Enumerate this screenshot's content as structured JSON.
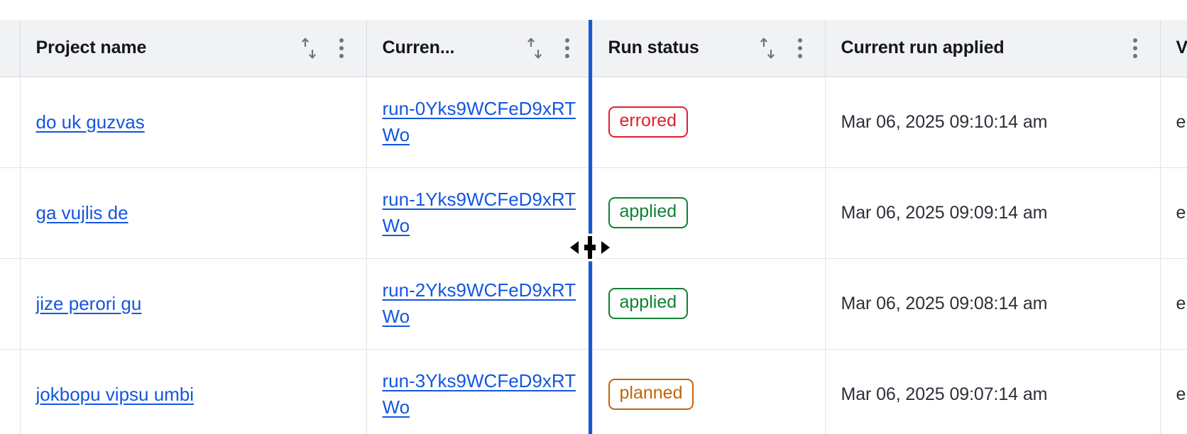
{
  "table": {
    "columns": [
      {
        "id": "gutter",
        "label": "",
        "sortable": false,
        "menu": false,
        "truncated": false
      },
      {
        "id": "project",
        "label": "Project name",
        "sortable": true,
        "menu": true,
        "truncated": false
      },
      {
        "id": "run",
        "label": "Curren...",
        "sortable": true,
        "menu": true,
        "truncated": true
      },
      {
        "id": "status",
        "label": "Run status",
        "sortable": true,
        "menu": true,
        "truncated": false
      },
      {
        "id": "applied",
        "label": "Current run applied",
        "sortable": false,
        "menu": true,
        "truncated": false
      },
      {
        "id": "last",
        "label": "V",
        "sortable": false,
        "menu": false,
        "truncated": true
      }
    ],
    "rows": [
      {
        "project_name": "do uk guzvas",
        "run_id": "run-0Yks9WCFeD9xRTWo",
        "run_status": "errored",
        "status_kind": "errored",
        "current_run_applied": "Mar 06, 2025 09:10:14 am",
        "last_column": "e"
      },
      {
        "project_name": "ga vujlis de",
        "run_id": "run-1Yks9WCFeD9xRTWo",
        "run_status": "applied",
        "status_kind": "applied",
        "current_run_applied": "Mar 06, 2025 09:09:14 am",
        "last_column": "e"
      },
      {
        "project_name": "jize perori gu",
        "run_id": "run-2Yks9WCFeD9xRTWo",
        "run_status": "applied",
        "status_kind": "applied",
        "current_run_applied": "Mar 06, 2025 09:08:14 am",
        "last_column": "e"
      },
      {
        "project_name": "jokbopu vipsu umbi",
        "run_id": "run-3Yks9WCFeD9xRTWo",
        "run_status": "planned",
        "status_kind": "planned",
        "current_run_applied": "Mar 06, 2025 09:07:14 am",
        "last_column": "e"
      }
    ]
  },
  "icons": {
    "sort": "sort-ascending-descending-icon",
    "menu": "kebab-menu-icon",
    "cursor": "col-resize-cursor"
  },
  "interaction": {
    "state": "column-resizing",
    "resize_guide_color": "#1559d6",
    "resize_guide_x": 831
  },
  "colors": {
    "link": "#1356e0",
    "header_bg": "#f1f2f4",
    "border": "#d8dadd",
    "row_border": "#e2e4e7",
    "text": "#14161a",
    "cell_text": "#2c3038",
    "icon": "#6f747c",
    "status_errored": "#e0202c",
    "status_applied": "#0f8035",
    "status_planned": "#c4630b"
  }
}
